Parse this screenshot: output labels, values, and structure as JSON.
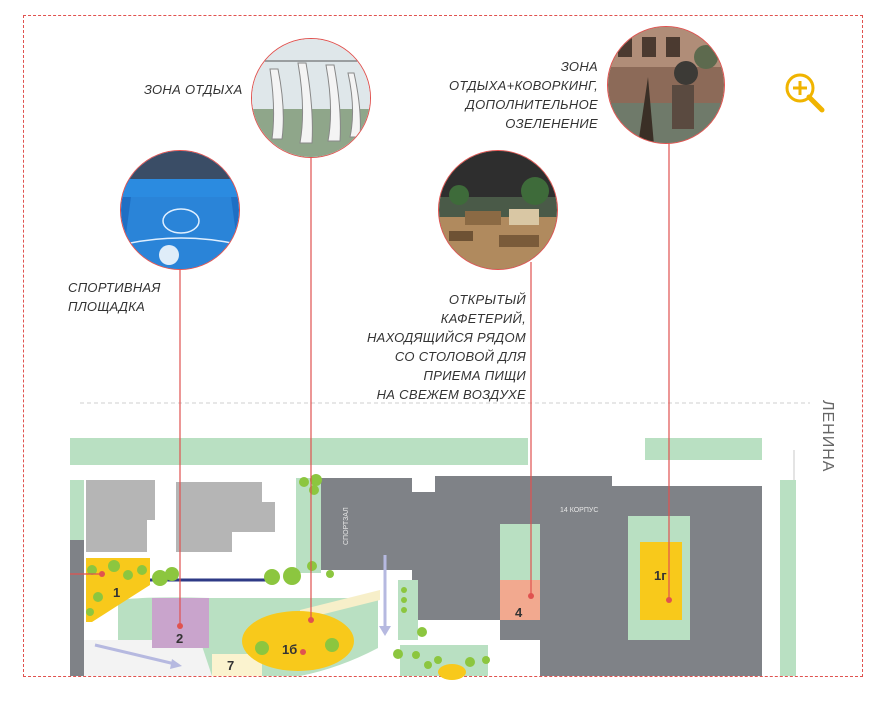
{
  "labels": {
    "sport": "СПОРТИВНАЯ\nПЛОЩАДКА",
    "rest": "ЗОНА ОТДЫХА",
    "cafe": "ОТКРЫТЫЙ КАФЕТЕРИЙ,\nНАХОДЯЩИЙСЯ РЯДОМ\nСО СТОЛОВОЙ ДЛЯ\nПРИЕМА ПИЩИ\nНА СВЕЖЕМ ВОЗДУХЕ",
    "cowork": "ЗОНА ОТДЫХА+КОВОРКИНГ,\nДОПОЛНИТЕЛЬНОЕ\nОЗЕЛЕНЕНИЕ"
  },
  "street": "ЛЕНИНА",
  "buildings": {
    "corpus": "14 КОРПУС",
    "gym": "СПОРТЗАЛ"
  },
  "zones": {
    "z1": "1",
    "z2": "2",
    "z1b": "1б",
    "z7": "7",
    "z4": "4",
    "z1g": "1г"
  },
  "icons": {
    "zoom": "zoom-in-icon"
  },
  "colors": {
    "accent": "#e0524f",
    "green": "#b9e0c2",
    "yellow": "#f8c91b",
    "lilac": "#c9a4cc",
    "salmon": "#f2a98f",
    "building": "#7f8287",
    "tree": "#8cc63f"
  }
}
